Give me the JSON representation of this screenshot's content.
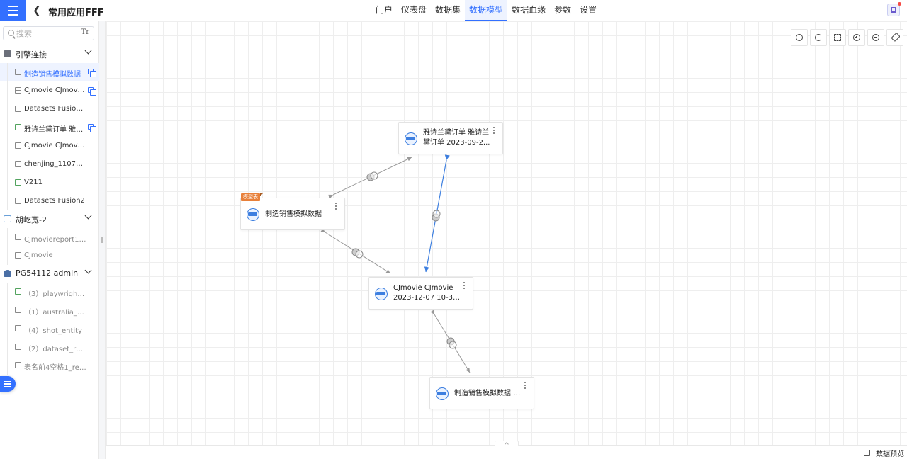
{
  "header": {
    "title": "常用应用FFF",
    "nav": [
      {
        "label": "门户",
        "active": false
      },
      {
        "label": "仪表盘",
        "active": false
      },
      {
        "label": "数据集",
        "active": false
      },
      {
        "label": "数据模型",
        "active": true
      },
      {
        "label": "数据血缘",
        "active": false
      },
      {
        "label": "参数",
        "active": false
      },
      {
        "label": "设置",
        "active": false
      }
    ]
  },
  "sidebar": {
    "search": {
      "placeholder": "搜索",
      "value": ""
    },
    "text_toggle": "Tr",
    "groups": [
      {
        "label": "引擎连接",
        "items": [
          {
            "label": "制造销售模拟数据",
            "active": true,
            "copy": true
          },
          {
            "label": "CJmovie CJmovie ...",
            "copy": true
          },
          {
            "label": "Datasets Fusion21"
          },
          {
            "label": "雅诗兰黛订单 雅诗...",
            "copy": true
          },
          {
            "label": "CJmovie CJmovie 20..."
          },
          {
            "label": "chenjing_1107_cjmo..."
          },
          {
            "label": "V211"
          },
          {
            "label": "Datasets Fusion2"
          }
        ]
      },
      {
        "label": "胡屹宽-2",
        "items": [
          {
            "label": "CJmoviereport1喜剧"
          },
          {
            "label": "CJmovie"
          }
        ]
      },
      {
        "label": "PG54112 admin",
        "items": [
          {
            "label": "（3）playwright_rep..."
          },
          {
            "label": "（1）australia_states..."
          },
          {
            "label": "（4）shot_entity"
          },
          {
            "label": "（2）dataset_refresh"
          },
          {
            "label": "表名前4空格1_restore..."
          }
        ]
      }
    ]
  },
  "canvas": {
    "nodes": {
      "n1": {
        "label": "雅诗兰黛订单 雅诗兰黛订单 2023-09-2..."
      },
      "n2": {
        "label": "制造销售模拟数据",
        "tag": "模型表"
      },
      "n3": {
        "label": "CJmovie CJmovie 2023-12-07 10-3 CJ..."
      },
      "n4": {
        "label": "制造销售模拟数据 (1)"
      }
    }
  },
  "footer": {
    "preview_label": "数据预览"
  },
  "colors": {
    "accent": "#3370ff",
    "node_icon": "#3d7fe0",
    "tag": "#e8803a"
  }
}
